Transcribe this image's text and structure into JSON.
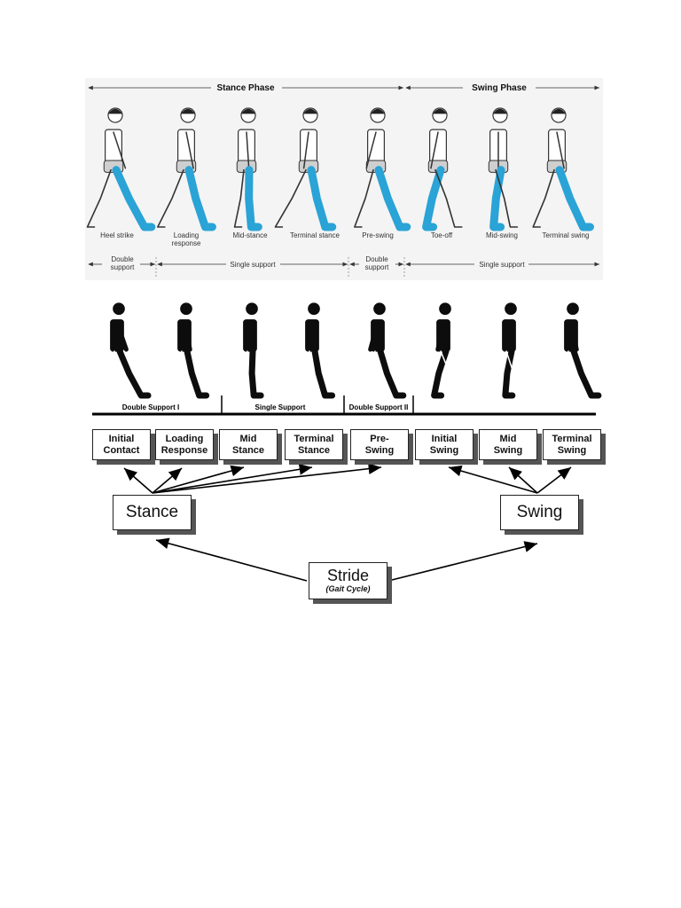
{
  "top": {
    "phases": [
      {
        "label": "Stance Phase"
      },
      {
        "label": "Swing Phase"
      }
    ],
    "events": [
      "Heel strike",
      "Loading\nresponse",
      "Mid-stance",
      "Terminal stance",
      "Pre-swing",
      "Toe-off",
      "Mid-swing",
      "Terminal swing"
    ],
    "supports": [
      "Double\nsupport",
      "Single support",
      "Double\nsupport",
      "Single support"
    ],
    "limb_color": "#2aa3d6"
  },
  "bottom": {
    "support_bar": [
      "Double Support I",
      "Single Support",
      "Double Support II"
    ],
    "silhouette_color": "#0d0d0d"
  },
  "boxes": {
    "phases": [
      "Initial\nContact",
      "Loading\nResponse",
      "Mid\nStance",
      "Terminal\nStance",
      "Pre-\nSwing",
      "Initial\nSwing",
      "Mid\nSwing",
      "Terminal\nSwing"
    ],
    "stance": "Stance",
    "swing": "Swing",
    "stride": "Stride",
    "stride_sub": "(Gait Cycle)"
  }
}
